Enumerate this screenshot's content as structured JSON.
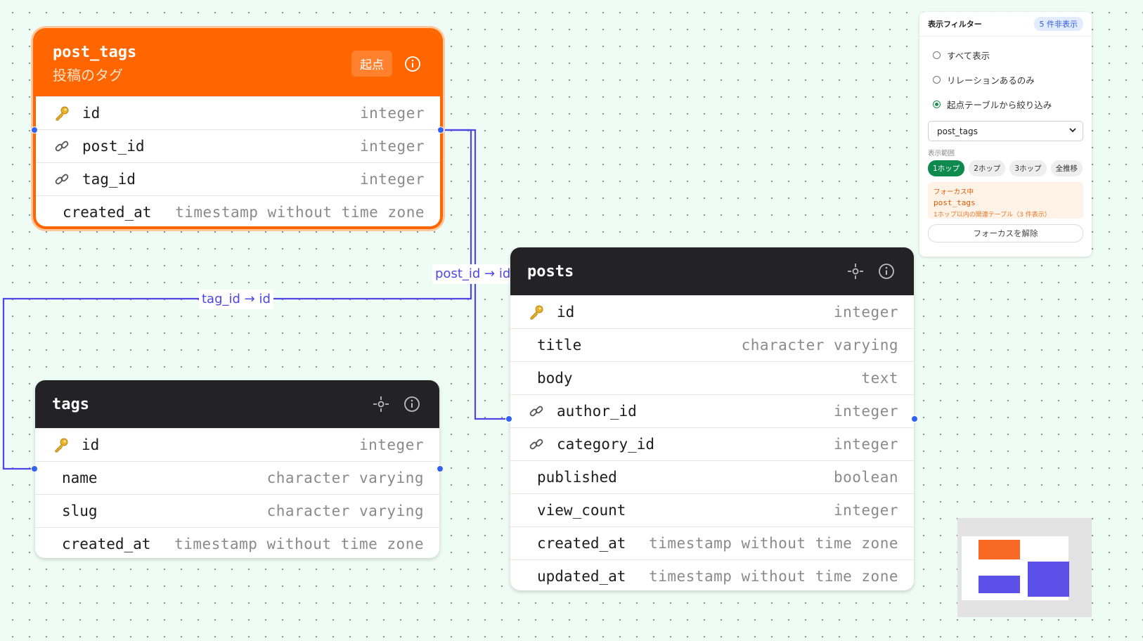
{
  "colors": {
    "origin": "#ff6600",
    "header_dark": "#232325",
    "edge": "#4f46e5",
    "handle": "#2f62f5",
    "hop_active": "#0f8a4f"
  },
  "tables": {
    "post_tags": {
      "name": "post_tags",
      "subtitle": "投稿のタグ",
      "origin_badge": "起点",
      "columns": [
        {
          "icon": "key-icon",
          "name": "id",
          "type": "integer"
        },
        {
          "icon": "link-icon",
          "name": "post_id",
          "type": "integer"
        },
        {
          "icon": "link-icon",
          "name": "tag_id",
          "type": "integer"
        },
        {
          "icon": "",
          "name": "created_at",
          "type": "timestamp without time zone"
        }
      ]
    },
    "posts": {
      "name": "posts",
      "columns": [
        {
          "icon": "key-icon",
          "name": "id",
          "type": "integer"
        },
        {
          "icon": "",
          "name": "title",
          "type": "character varying"
        },
        {
          "icon": "",
          "name": "body",
          "type": "text"
        },
        {
          "icon": "link-icon",
          "name": "author_id",
          "type": "integer"
        },
        {
          "icon": "link-icon",
          "name": "category_id",
          "type": "integer"
        },
        {
          "icon": "",
          "name": "published",
          "type": "boolean"
        },
        {
          "icon": "",
          "name": "view_count",
          "type": "integer"
        },
        {
          "icon": "",
          "name": "created_at",
          "type": "timestamp without time zone"
        },
        {
          "icon": "",
          "name": "updated_at",
          "type": "timestamp without time zone"
        }
      ]
    },
    "tags": {
      "name": "tags",
      "columns": [
        {
          "icon": "key-icon",
          "name": "id",
          "type": "integer"
        },
        {
          "icon": "",
          "name": "name",
          "type": "character varying"
        },
        {
          "icon": "",
          "name": "slug",
          "type": "character varying"
        },
        {
          "icon": "",
          "name": "created_at",
          "type": "timestamp without time zone"
        }
      ]
    }
  },
  "edges": {
    "post_id": "post_id → id",
    "tag_id": "tag_id → id"
  },
  "filter": {
    "title": "表示フィルター",
    "hidden_badge": "5 件非表示",
    "options": [
      {
        "label": "すべて表示",
        "checked": false
      },
      {
        "label": "リレーションあるのみ",
        "checked": false
      },
      {
        "label": "起点テーブルから絞り込み",
        "checked": true
      }
    ],
    "selected_table": "post_tags",
    "range_label": "表示範囲",
    "hops": [
      {
        "label": "1ホップ",
        "active": true
      },
      {
        "label": "2ホップ",
        "active": false
      },
      {
        "label": "3ホップ",
        "active": false
      },
      {
        "label": "全推移",
        "active": false
      }
    ],
    "focus": {
      "label": "フォーカス中",
      "table": "post_tags",
      "note": "1ホップ以内の関連テーブル（3 件表示）"
    },
    "clear_button": "フォーカスを解除"
  }
}
